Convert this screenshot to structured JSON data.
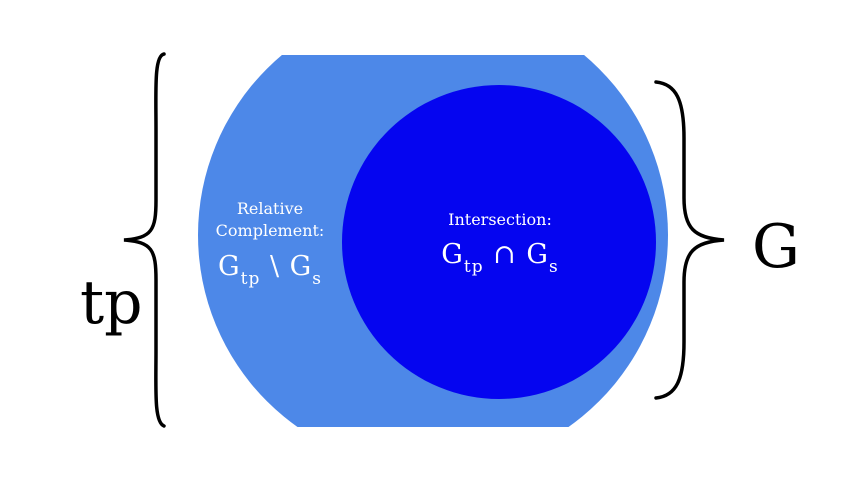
{
  "colors": {
    "outer_circle": "#4d88e8",
    "inner_circle": "#0505f0",
    "label_text": "#ffffff",
    "brace": "#000000",
    "background": "#ffffff"
  },
  "labels": {
    "relative_complement_line1": "Relative",
    "relative_complement_line2": "Complement:",
    "relative_complement_symbol": "G",
    "relative_complement_sub1": "tp",
    "relative_complement_op": "\\",
    "relative_complement_symbol2": "G",
    "relative_complement_sub2": "s",
    "intersection_title": "Intersection:",
    "intersection_symbol": "G",
    "intersection_sub1": "tp",
    "intersection_op": "∩",
    "intersection_symbol2": "G",
    "intersection_sub2": "s"
  },
  "side_labels": {
    "left": "tp",
    "right": "G"
  }
}
